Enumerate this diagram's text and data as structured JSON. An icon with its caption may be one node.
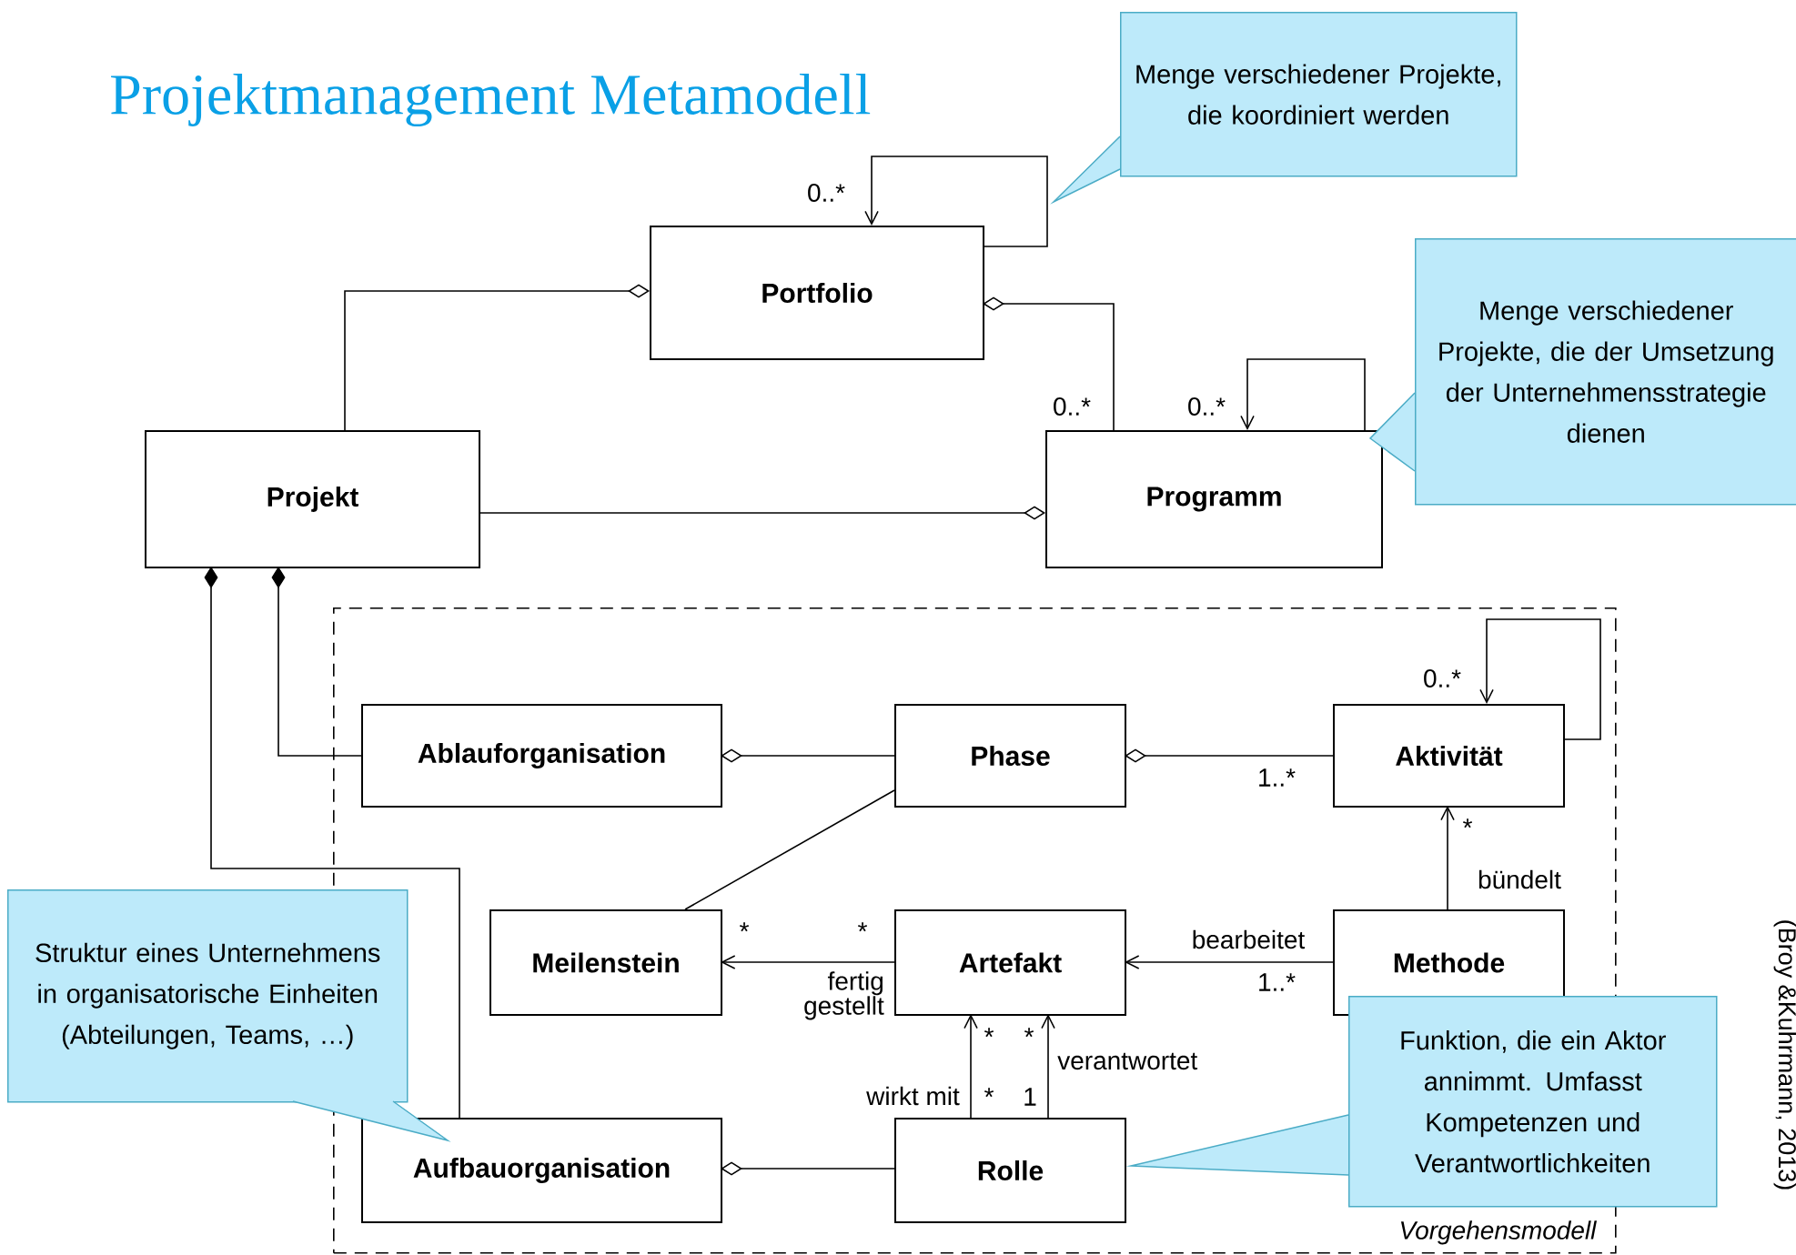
{
  "diagram": {
    "title": "Projektmanagement Metamodell",
    "nodes": [
      {
        "text": [
          "Portfolio"
        ]
      },
      {
        "text": [
          "Projekt"
        ]
      },
      {
        "text": [
          "Programm"
        ]
      },
      {
        "text": [
          "Vorgehensmodell"
        ]
      },
      {
        "text": [
          "Ablauforganisation"
        ],
        "in": 3
      },
      {
        "text": [
          "Phase"
        ],
        "in": 3
      },
      {
        "text": [
          "Aktivität"
        ],
        "in": 3
      },
      {
        "text": [
          "Meilenstein"
        ],
        "in": 3
      },
      {
        "text": [
          "Artefakt"
        ],
        "in": 3
      },
      {
        "text": [
          "Methode"
        ],
        "in": 3
      },
      {
        "text": [
          "Aufbauorganisation"
        ],
        "in": 3
      },
      {
        "text": [
          "Rolle"
        ],
        "in": 3
      },
      {
        "text": [
          "Menge verschiedener Projekte, die koordiniert werden"
        ]
      },
      {
        "text": [
          "Menge verschiedener Projekte, die der Umsetzung der Unternehmensstrategie dienen"
        ]
      },
      {
        "text": [
          "Struktur eines Unternehmens in organisatorische Einheiten (Abteilungen, Teams, …)"
        ]
      },
      {
        "text": [
          "Funktion, die ein Aktor annimmt. Umfasst Kompetenzen und Verantwortlichkeiten"
        ]
      }
    ],
    "edges": [
      {
        "from": 0,
        "to": 0,
        "arrow": "to",
        "label": "0..*"
      },
      {
        "from": 1,
        "to": 0,
        "arrow": "other"
      },
      {
        "from": 2,
        "to": 0,
        "arrow": "other",
        "label": "0..*"
      },
      {
        "from": 2,
        "to": 2,
        "arrow": "to",
        "label": "0..*"
      },
      {
        "from": 1,
        "to": 2,
        "arrow": "other"
      },
      {
        "from": 4,
        "to": 1,
        "arrow": "other"
      },
      {
        "from": 10,
        "to": 1,
        "arrow": "other"
      },
      {
        "from": 5,
        "to": 4,
        "arrow": "other"
      },
      {
        "from": 6,
        "to": 5,
        "arrow": "other",
        "label": "1..*"
      },
      {
        "from": 6,
        "to": 6,
        "arrow": "to",
        "label": "0..*"
      },
      {
        "from": 5,
        "to": 7,
        "arrow": "none"
      },
      {
        "from": 8,
        "to": 7,
        "arrow": "to",
        "label": "fertig gestellt"
      },
      {
        "from": 9,
        "to": 8,
        "arrow": "to",
        "label": "bearbeitet"
      },
      {
        "from": 9,
        "to": 6,
        "arrow": "to",
        "label": "bündelt"
      },
      {
        "from": 11,
        "to": 8,
        "arrow": "to",
        "label": "wirkt mit"
      },
      {
        "from": 11,
        "to": 8,
        "arrow": "to",
        "label": "verantwortet"
      },
      {
        "from": 11,
        "to": 10,
        "arrow": "other"
      }
    ],
    "labels": [
      "*",
      "*",
      "*",
      "1..*",
      "*",
      "*",
      "*",
      "1",
      "(Broy &Kuhrmann, 2013)"
    ]
  }
}
